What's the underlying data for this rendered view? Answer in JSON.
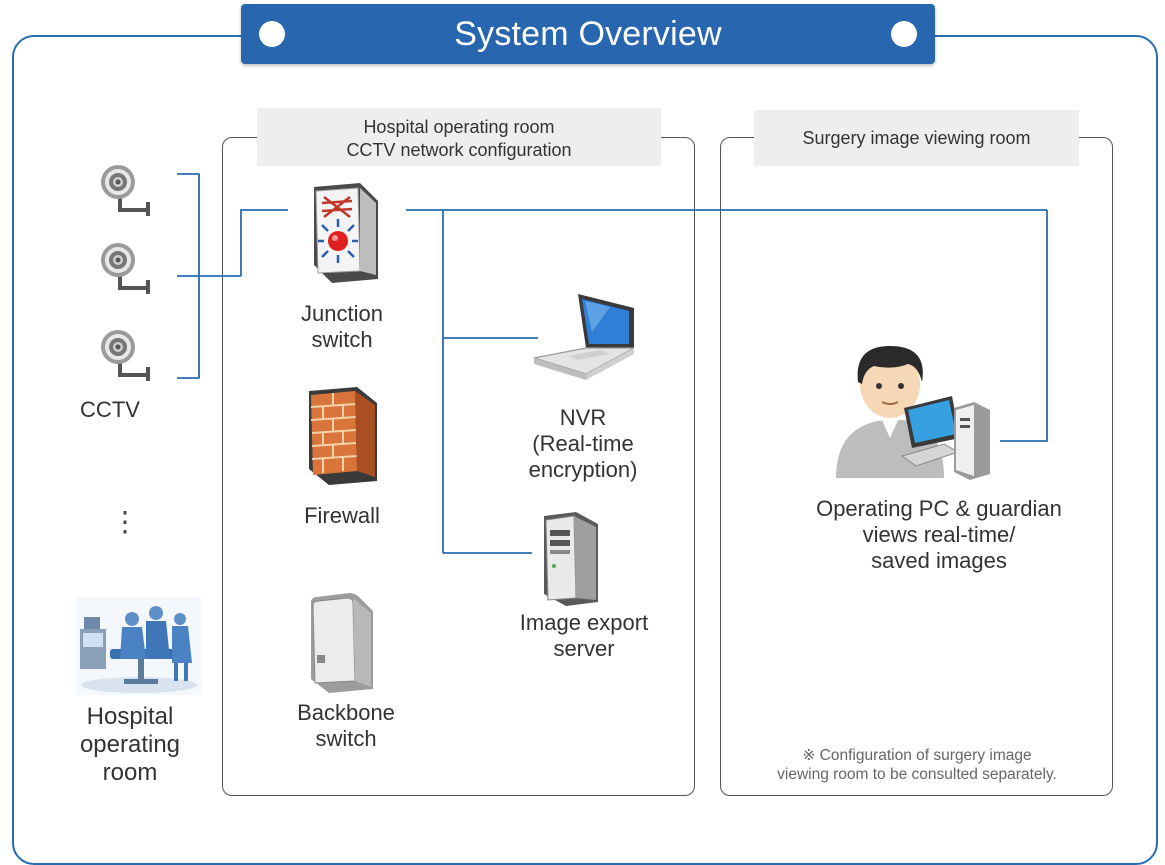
{
  "title": "System Overview",
  "panels": {
    "hospital_network": {
      "title_line1": "Hospital operating room",
      "title_line2": "CCTV network configuration"
    },
    "viewing_room": {
      "title": "Surgery image viewing room"
    }
  },
  "devices": {
    "cctv": {
      "label": "CCTV",
      "ellipsis": "⋮"
    },
    "operating_room": {
      "line1": "Hospital",
      "line2": "operating",
      "line3": "room"
    },
    "junction_switch": {
      "line1": "Junction",
      "line2": "switch"
    },
    "firewall": {
      "label": "Firewall"
    },
    "backbone_switch": {
      "line1": "Backbone",
      "line2": "switch"
    },
    "nvr": {
      "line1": "NVR",
      "line2": "(Real-time",
      "line3": "encryption)"
    },
    "image_export_server": {
      "line1": "Image export",
      "line2": "server"
    },
    "operating_pc": {
      "line1": "Operating PC & guardian",
      "line2": "views real-time/",
      "line3": "saved images"
    }
  },
  "note": {
    "line1": "※ Configuration of surgery image",
    "line2": "viewing room to be consulted separately."
  },
  "colors": {
    "accent": "#2867b0",
    "connector": "#2a6cb0",
    "panel_border": "#555555",
    "tab_bg": "#eeeeee"
  }
}
